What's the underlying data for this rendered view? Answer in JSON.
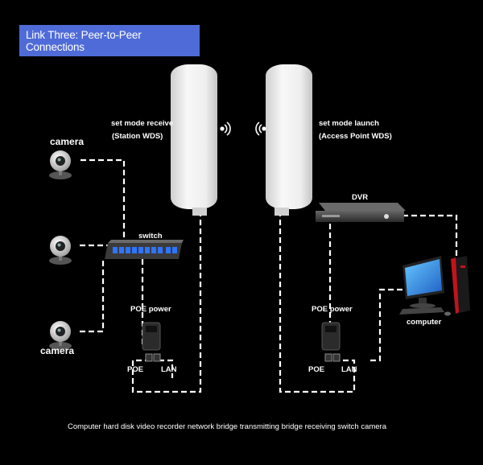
{
  "title": "Link Three: Peer-to-Peer Connections",
  "labels": {
    "left_mode": "set mode receive",
    "left_mode_sub": "(Station WDS)",
    "right_mode": "set mode launch",
    "right_mode_sub": "(Access Point WDS)",
    "camera": "camera",
    "camera2": "camera",
    "switch": "switch",
    "dvr": "DVR",
    "computer": "computer",
    "poe_power_left": "POE power",
    "poe_power_right": "POE power",
    "poe_left": "POE",
    "lan_left": "LAN",
    "poe_right": "POE",
    "lan_right": "LAN",
    "caption": "Computer hard disk video recorder network bridge transmitting bridge receiving switch camera"
  },
  "colors": {
    "background": "#000000",
    "title_bg": "#4f6bd8",
    "cable": "#ffffff",
    "bridge": "#ececec",
    "switch_port": "#2f74ff",
    "tower_red": "#c0141b"
  },
  "icons": [
    "camera-icon",
    "switch-icon",
    "bridge-icon",
    "wifi-signal-icon",
    "dvr-icon",
    "poe-adapter-icon",
    "computer-icon"
  ]
}
